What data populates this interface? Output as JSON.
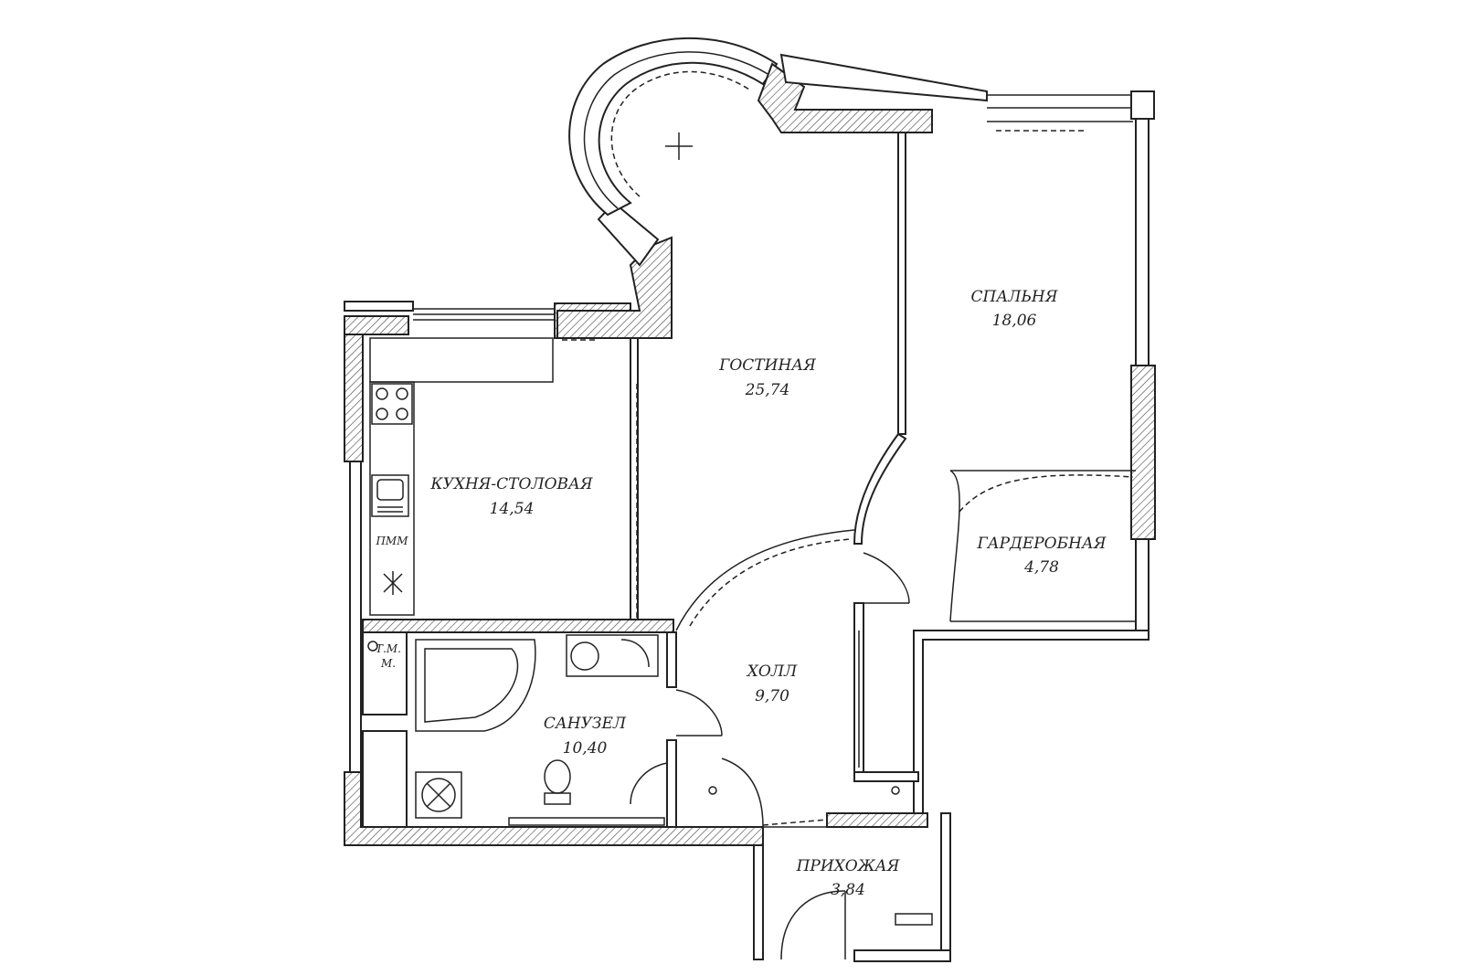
{
  "rooms": {
    "kitchen": {
      "name": "КУХНЯ-СТОЛОВАЯ",
      "area": "14,54"
    },
    "living": {
      "name": "ГОСТИНАЯ",
      "area": "25,74"
    },
    "bedroom": {
      "name": "СПАЛЬНЯ",
      "area": "18,06"
    },
    "wardrobe": {
      "name": "ГАРДЕРОБНАЯ",
      "area": "4,78"
    },
    "hall": {
      "name": "ХОЛЛ",
      "area": "9,70"
    },
    "bathroom": {
      "name": "САНУЗЕЛ",
      "area": "10,40"
    },
    "entrance": {
      "name": "ПРИХОЖАЯ",
      "area": "3,84"
    }
  },
  "fixtures": {
    "dishwasher": "ПММ",
    "meter_line1": "Т.М.",
    "meter_line2": "М."
  },
  "colors": {
    "line": "#222222",
    "background": "#ffffff"
  }
}
